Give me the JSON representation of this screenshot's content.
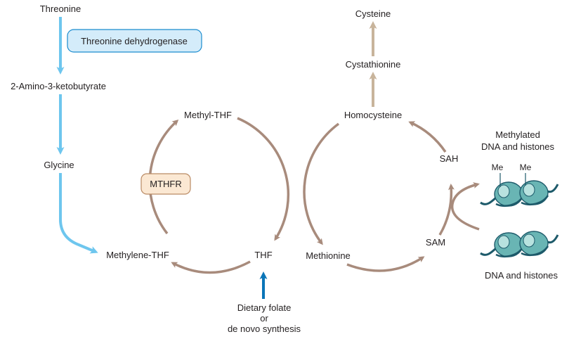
{
  "labels": {
    "threonine": "Threonine",
    "ketobutyrate": "2-Amino-3-ketobutyrate",
    "glycine": "Glycine",
    "methylene_thf": "Methylene-THF",
    "methyl_thf": "Methyl-THF",
    "thf": "THF",
    "dietary_line1": "Dietary folate",
    "dietary_line2": "or",
    "dietary_line3": "de novo synthesis",
    "cysteine": "Cysteine",
    "cystathionine": "Cystathionine",
    "homocysteine": "Homocysteine",
    "methionine": "Methionine",
    "sam": "SAM",
    "sah": "SAH",
    "methylated_line1": "Methylated",
    "methylated_line2": "DNA and histones",
    "dna_histones": "DNA and histones",
    "me1": "Me",
    "me2": "Me"
  },
  "enzymes": {
    "threonine_dehydrogenase": "Threonine dehydrogenase",
    "mthfr": "MTHFR"
  },
  "colors": {
    "light_blue_arrow": "#6ec6ee",
    "dark_blue_arrow": "#0a75b8",
    "brown_arrow": "#a88b7c",
    "tan_arrow": "#c8b49b",
    "enzyme_box_blue": "#d4ecfa",
    "enzyme_box_orange": "#fbe8d3",
    "nucleosome_teal": "#3a8f96",
    "dna_dark": "#1d5a6a"
  },
  "icons": {
    "nucleosome": "nucleosome-icon"
  }
}
